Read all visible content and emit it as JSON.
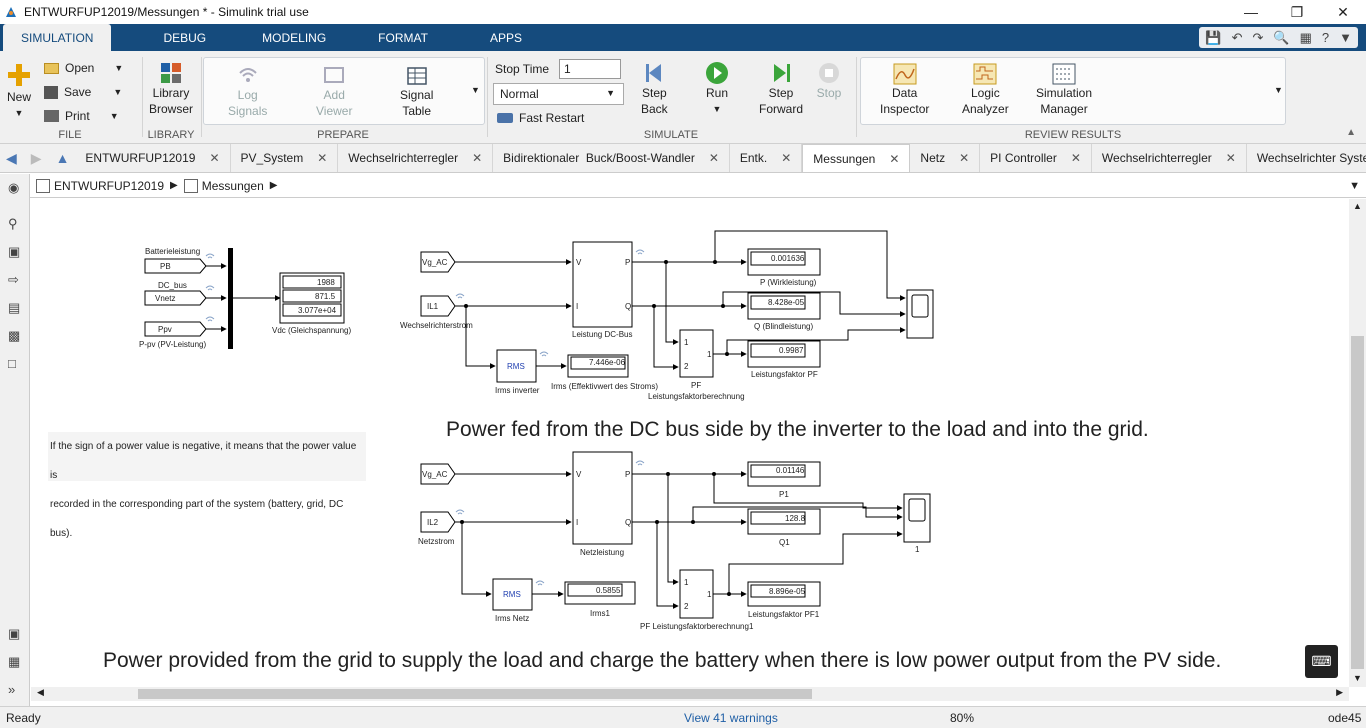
{
  "window": {
    "title": "ENTWURFUP12019/Messungen * - Simulink trial use"
  },
  "ribbon_tabs": [
    "SIMULATION",
    "DEBUG",
    "MODELING",
    "FORMAT",
    "APPS"
  ],
  "file": {
    "new": "New",
    "open": "Open",
    "save": "Save",
    "print": "Print",
    "label": "FILE"
  },
  "library": {
    "browser_l1": "Library",
    "browser_l2": "Browser",
    "label": "LIBRARY"
  },
  "prepare": {
    "log_l1": "Log",
    "log_l2": "Signals",
    "add_l1": "Add",
    "add_l2": "Viewer",
    "sig_l1": "Signal",
    "sig_l2": "Table",
    "label": "PREPARE"
  },
  "simulate": {
    "stop_time_label": "Stop Time",
    "stop_time_value": "1",
    "mode": "Normal",
    "fast_restart": "Fast Restart",
    "step_back_l1": "Step",
    "step_back_l2": "Back",
    "run": "Run",
    "step_fwd_l1": "Step",
    "step_fwd_l2": "Forward",
    "stop": "Stop",
    "label": "SIMULATE"
  },
  "review": {
    "di_l1": "Data",
    "di_l2": "Inspector",
    "la_l1": "Logic",
    "la_l2": "Analyzer",
    "sm_l1": "Simulation",
    "sm_l2": "Manager",
    "label": "REVIEW RESULTS"
  },
  "doc_tabs": [
    "ENTWURFUP12019",
    "PV_System",
    "Wechselrichterregler",
    "Bidirektionaler  Buck/Boost-Wandler",
    "Entk.",
    "Messungen",
    "Netz",
    "PI Controller",
    "Wechselrichterregler",
    "Wechselrichter System"
  ],
  "breadcrumb": {
    "root": "ENTWURFUP12019",
    "child": "Messungen"
  },
  "diagram": {
    "batt_label": "Batterieleistung",
    "pb": "PB",
    "dcbus_label": "DC_bus",
    "vnetz": "Vnetz",
    "ppv": "Ppv",
    "ppv_label": "P-pv (PV-Leistung)",
    "vdc_vals": [
      "1988",
      "871.5",
      "3.077e+04"
    ],
    "vdc_label": "Vdc (Gleichspannung)",
    "vgac": "Vg_AC",
    "il1": "IL1",
    "il1_label": "Wechselrichterstrom",
    "dcbus_block": "Leistung DC-Bus",
    "p1_val": "0.001636",
    "p1_label": "P (Wirkleistung)",
    "q1_val": "8.428e-05",
    "q1_label": "Q (Blindleistung)",
    "pf1_val": "0.9987",
    "pf1_label": "Leistungsfaktor PF",
    "pf_block": "PF",
    "pf_block_label": "Leistungsfaktorberechnung",
    "rms": "RMS",
    "rms1_label": "Irms inverter",
    "irms_val": "7.446e-06",
    "irms_label": "Irms (Effektivwert des Stroms)",
    "heading1": "Power fed from the DC bus side by the inverter to the load and into the grid.",
    "vgac2": "Vg_AC",
    "il2": "IL2",
    "il2_label": "Netzstrom",
    "netz_block": "Netzleistung",
    "p2_val": "0.01146",
    "p2_label": "P1",
    "q2_val": "128.8",
    "q2_label": "Q1",
    "pf2_val": "8.896e-05",
    "pf2_label": "Leistungsfaktor PF1",
    "pf2_block_label": "PF Leistungsfaktorberechnung1",
    "rms2_label": "Irms Netz",
    "irms2_val": "0.5855",
    "irms2_label": "Irms1",
    "scope2_label": "1",
    "heading2": "Power provided from the grid to supply the load and charge the battery when there is low power output from the PV side.",
    "port_v": "V",
    "port_i": "I",
    "port_p": "P",
    "port_q": "Q",
    "port_1": "1",
    "port_2": "2"
  },
  "note": {
    "line1": "If the sign of a power value is negative, it means that the power value is",
    "line2": "recorded in the corresponding part of the system (battery, grid, DC bus)."
  },
  "status": {
    "ready": "Ready",
    "warnings": "View 41 warnings",
    "zoom": "80%",
    "solver": "ode45"
  }
}
